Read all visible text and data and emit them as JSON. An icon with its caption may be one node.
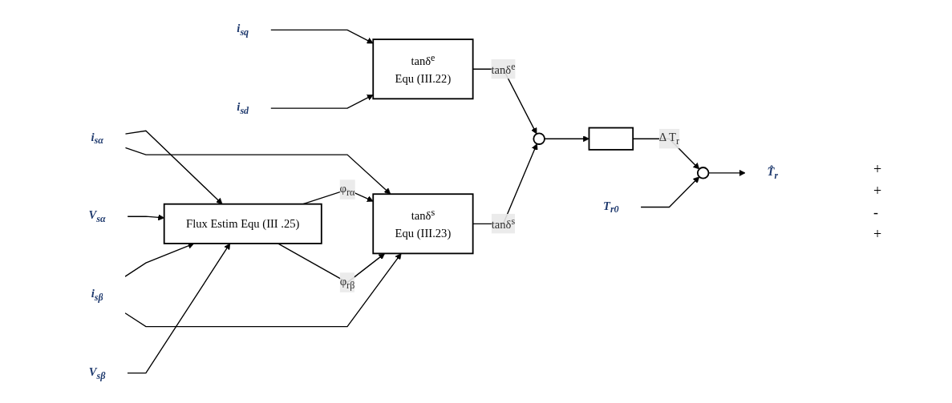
{
  "diagram": {
    "nodes": [
      {
        "text": [
          "i$_{sα}$"
        ]
      },
      {
        "text": [
          "i$_{sβ}$"
        ]
      },
      {
        "text": [
          "V$_{sα}$"
        ]
      },
      {
        "text": [
          "V$_{sβ}$"
        ]
      },
      {
        "text": [
          "Flux Estim Equ (III .25)"
        ]
      },
      {
        "text": [
          "tanδ$^{s}$",
          "Equ (III.23)"
        ]
      },
      {
        "text": [],
        "shape": "circle"
      },
      {
        "text": [],
        "shape": "box"
      },
      {
        "text": [],
        "shape": "circle"
      },
      {
        "text": [
          "T̂$_{r}$"
        ]
      },
      {
        "text": [
          "tanδ$^{e}$",
          "Equ (III.22)"
        ]
      },
      {
        "text": [
          "i$_{sq}$"
        ]
      },
      {
        "text": [
          "i$_{sd}$"
        ]
      },
      {
        "text": [
          "T$_{r0}$"
        ]
      }
    ],
    "edges": [
      {
        "from": 0,
        "to": 4,
        "arrow": "to"
      },
      {
        "from": 1,
        "to": 4,
        "arrow": "to"
      },
      {
        "from": 2,
        "to": 4,
        "arrow": "to"
      },
      {
        "from": 3,
        "to": 4,
        "arrow": "to"
      },
      {
        "from": 4,
        "to": 5,
        "arrow": "to",
        "label": "φ$_{rα}$"
      },
      {
        "from": 4,
        "to": 5,
        "arrow": "to",
        "label": "φ$_{rβ}$"
      },
      {
        "from": 0,
        "to": 5,
        "arrow": "to"
      },
      {
        "from": 1,
        "to": 5,
        "arrow": "to"
      },
      {
        "from": 5,
        "to": 6,
        "arrow": "to",
        "label": "tanδ$^{s}$"
      },
      {
        "from": 10,
        "to": 6,
        "arrow": "to",
        "label": "tanδ$^{e}$"
      },
      {
        "from": 6,
        "to": 7,
        "arrow": "to"
      },
      {
        "from": 7,
        "to": 8,
        "arrow": "to",
        "label": "Δ T$_{r}$"
      },
      {
        "from": 8,
        "to": 9,
        "arrow": "to"
      },
      {
        "from": 13,
        "to": 8,
        "arrow": "to"
      },
      {
        "from": 11,
        "to": 10,
        "arrow": "to"
      },
      {
        "from": 12,
        "to": 10,
        "arrow": "to"
      }
    ],
    "labels": [
      "+",
      "+",
      "-",
      "+"
    ]
  }
}
